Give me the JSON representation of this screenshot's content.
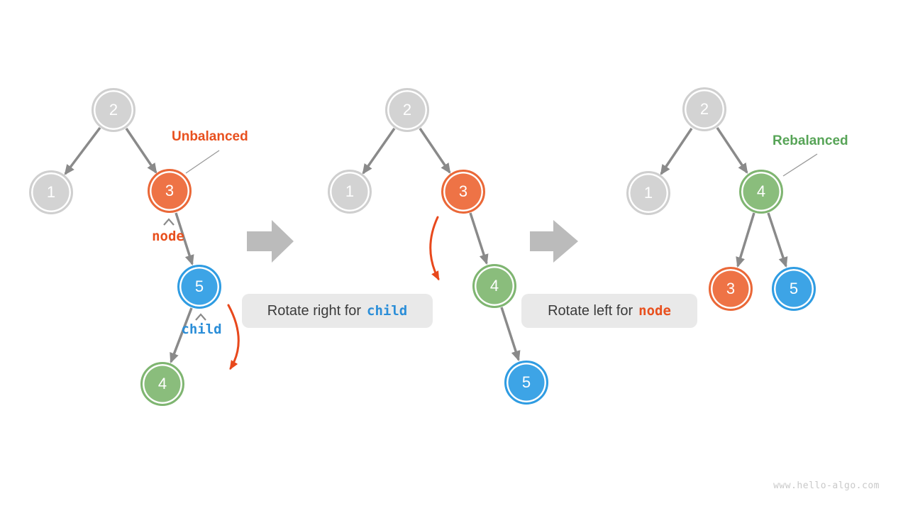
{
  "trees": [
    {
      "name": "unbalanced-tree",
      "annotation": "Unbalanced",
      "nodes": [
        {
          "value": "2",
          "color": "gray"
        },
        {
          "value": "1",
          "color": "gray"
        },
        {
          "value": "3",
          "color": "orange"
        },
        {
          "value": "5",
          "color": "blue"
        },
        {
          "value": "4",
          "color": "green"
        }
      ]
    },
    {
      "name": "intermediate-tree",
      "nodes": [
        {
          "value": "2",
          "color": "gray"
        },
        {
          "value": "1",
          "color": "gray"
        },
        {
          "value": "3",
          "color": "orange"
        },
        {
          "value": "4",
          "color": "green"
        },
        {
          "value": "5",
          "color": "blue"
        }
      ]
    },
    {
      "name": "rebalanced-tree",
      "annotation": "Rebalanced",
      "nodes": [
        {
          "value": "2",
          "color": "gray"
        },
        {
          "value": "1",
          "color": "gray"
        },
        {
          "value": "4",
          "color": "green"
        },
        {
          "value": "3",
          "color": "orange"
        },
        {
          "value": "5",
          "color": "blue"
        }
      ]
    }
  ],
  "labels": {
    "unbalanced": "Unbalanced",
    "rebalanced": "Rebalanced",
    "node_pointer": "node",
    "child_pointer": "child"
  },
  "captions": {
    "rotate_right_prefix": "Rotate right for",
    "rotate_right_keyword": "child",
    "rotate_left_prefix": "Rotate left for",
    "rotate_left_keyword": "node"
  },
  "watermark": "www.hello-algo.com",
  "colors": {
    "node_gray": "#D3D3D3",
    "node_orange": "#EE7346",
    "node_blue": "#3DA4E6",
    "node_green": "#8ABD7C",
    "edge_gray": "#8A8A8A",
    "big_arrow_gray": "#BBBBBB",
    "caption_bg": "#E9E9E9",
    "caption_text": "#3B3B3B",
    "accent_orange": "#E8501E",
    "accent_blue": "#2B8ED8",
    "accent_green": "#57A457",
    "rotation_arrow_orange": "#E8481C",
    "watermark_gray": "#C9C9C9"
  }
}
